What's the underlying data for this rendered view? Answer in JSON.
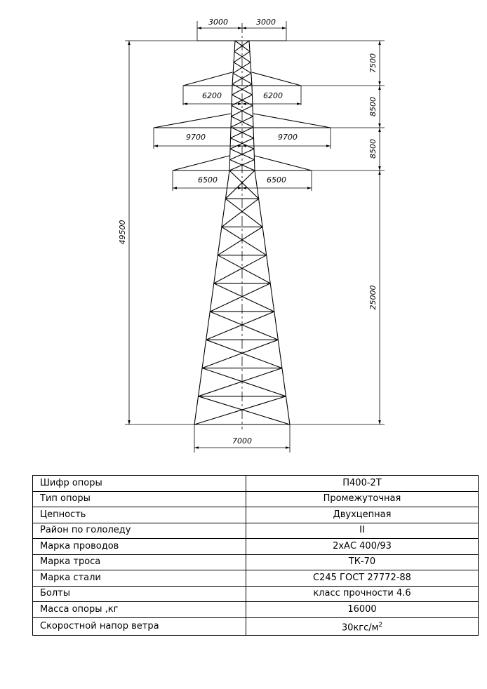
{
  "drawing": {
    "top_widths": [
      "3000",
      "3000"
    ],
    "arm1_widths": [
      "6200",
      "6200"
    ],
    "arm2_widths": [
      "9700",
      "9700"
    ],
    "arm3_widths": [
      "6500",
      "6500"
    ],
    "base_width": "7000",
    "total_height": "49500",
    "segment_heights": [
      "7500",
      "8500",
      "8500",
      "25000"
    ]
  },
  "table": {
    "rows": [
      {
        "label": "Шифр опоры",
        "value": "П400-2Т"
      },
      {
        "label": "Тип опоры",
        "value": "Промежуточная"
      },
      {
        "label": "Цепность",
        "value": "Двухцепная"
      },
      {
        "label": "Район по гололеду",
        "value": "II"
      },
      {
        "label": "Марка проводов",
        "value": "2хАС 400/93"
      },
      {
        "label": "Марка троса",
        "value": "ТК-70"
      },
      {
        "label": "Марка стали",
        "value": "С245 ГОСТ 27772-88"
      },
      {
        "label": "Болты",
        "value": "класс прочности 4.6"
      },
      {
        "label": "Масса опоры ,кг",
        "value": "16000"
      },
      {
        "label": "Скоростной напор ветра",
        "value": "30кгс/м",
        "sup": "2"
      }
    ]
  }
}
